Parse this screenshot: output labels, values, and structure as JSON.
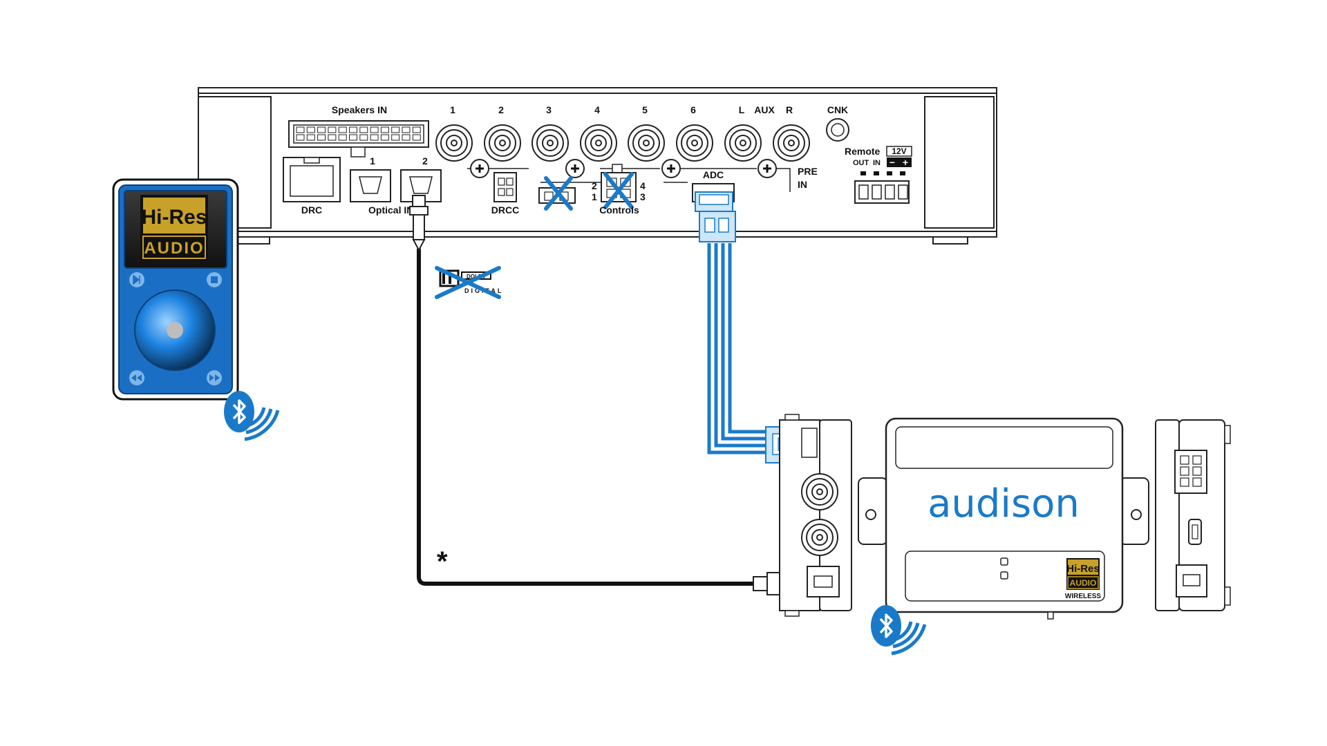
{
  "processor": {
    "speakers_in": "Speakers IN",
    "ch1": "1",
    "ch2": "2",
    "ch3": "3",
    "ch4": "4",
    "ch5": "5",
    "ch6": "6",
    "aux_l": "L",
    "aux": "AUX",
    "aux_r": "R",
    "cnk": "CNK",
    "remote": "Remote",
    "v12": "12V",
    "out": "OUT",
    "in": "IN",
    "minus": "−",
    "plus": "+",
    "pre": "PRE",
    "pre_in": "IN",
    "drc": "DRC",
    "optical_1": "1",
    "optical_2": "2",
    "optical_in": "Optical IN",
    "drcc": "DRCC",
    "adc": "ADC",
    "controls": "Controls",
    "ctl_2": "2",
    "ctl_1": "1",
    "ctl_4": "4",
    "ctl_3": "3"
  },
  "player": {
    "hires_top": "Hi-Res",
    "hires_bottom": "AUDIO"
  },
  "module": {
    "brand": "audison",
    "hires_top": "Hi-Res",
    "hires_mid": "AUDIO",
    "hires_bottom": "WIRELESS"
  },
  "footnote": "*",
  "colors": {
    "accent_blue": "#1a7ac9",
    "cable_black": "#111111",
    "outline": "#222222",
    "hires_gold": "#c8a12a"
  },
  "icons": [
    "bluetooth-icon",
    "play-pause-icon",
    "stop-icon",
    "rewind-icon",
    "fast-forward-icon",
    "dolby-digital-crossed-icon",
    "blue-x-mark-icon"
  ]
}
